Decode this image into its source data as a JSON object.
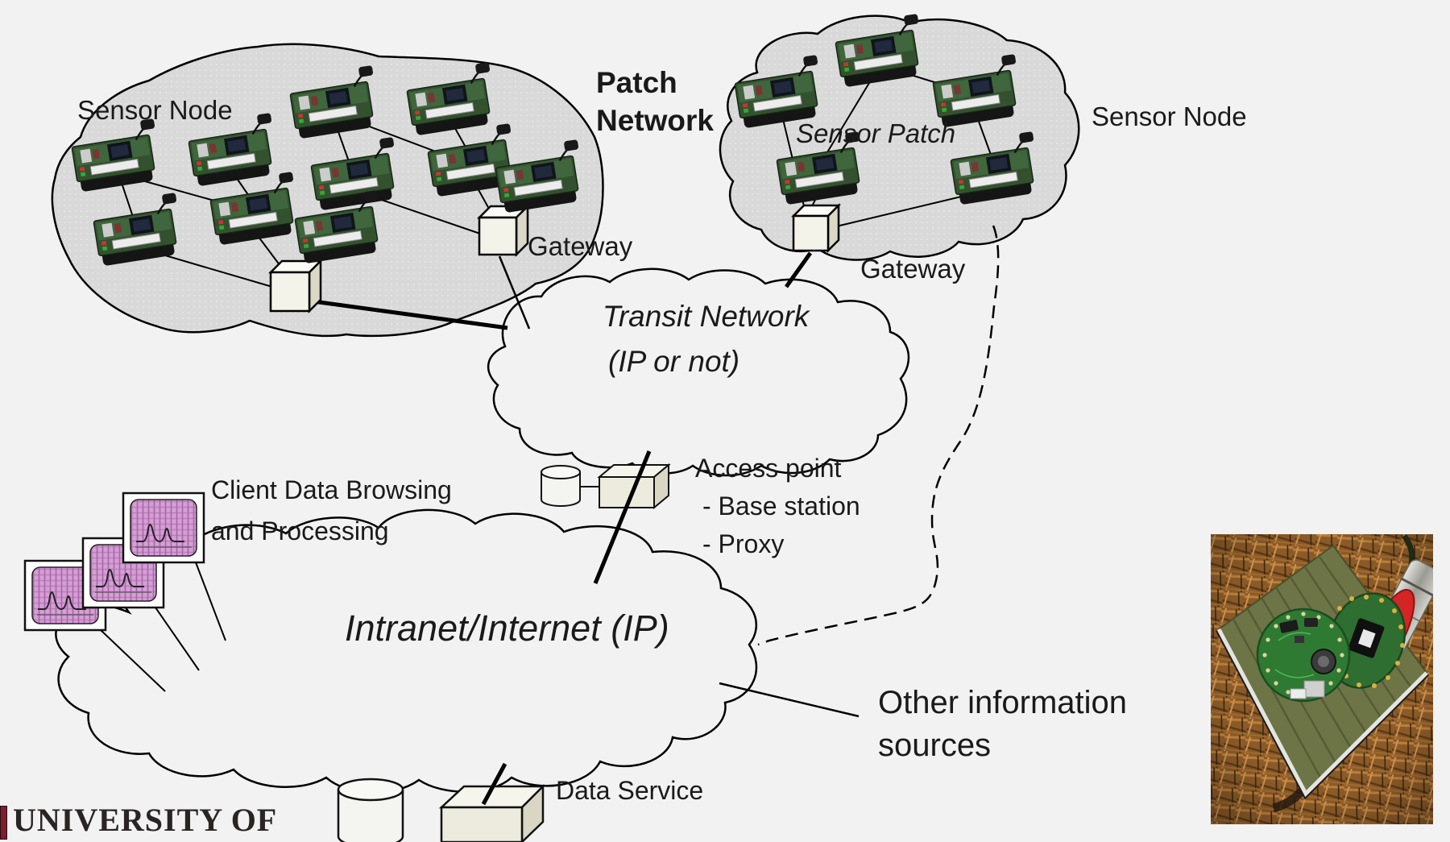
{
  "slide": {
    "labels": {
      "sensor_node_left": "Sensor Node",
      "patch_network_line1": "Patch",
      "patch_network_line2": "Network",
      "sensor_patch": "Sensor Patch",
      "sensor_node_right": "Sensor Node",
      "gateway_left": "Gateway",
      "gateway_right": "Gateway",
      "transit_line1": "Transit Network",
      "transit_line2": "(IP or not)",
      "access_point": "Access point",
      "access_base_station": "- Base station",
      "access_proxy": "- Proxy",
      "client_line1": "Client Data Browsing",
      "client_line2": "and Processing",
      "intranet": "Intranet/Internet (IP)",
      "other_line1": "Other information",
      "other_line2": "sources",
      "data_service": "Data Service",
      "university": "UNIVERSITY OF"
    },
    "counts": {
      "left_patch_sensor_nodes": 10,
      "right_patch_sensor_nodes": 5,
      "client_monitors": 3,
      "gateway_cubes": 3
    },
    "icons": {
      "sensor-node-icon": "wireless sensor mote circuit board with antenna",
      "gateway-cube-icon": "3D white cube",
      "client-monitor-icon": "monitor with purple waveform screen",
      "database-cylinder-icon": "white cylinder",
      "access-point-device-icon": "3D beige box",
      "data-service-device-icon": "3D beige box",
      "sensor-photo": "photo of round sensor motes on green slatted board over wood chips"
    },
    "colors": {
      "background": "#f2f2f2",
      "patch_fill": "#d9d9d9",
      "outline": "#000000",
      "cloud_fill": "#f2f2f2",
      "monitor_screen": "#d09ad0",
      "cube_face": "#f4f3ea",
      "device_box": "#edebdd",
      "university_red": "#7a1f2d",
      "text": "#1a1a1a"
    }
  }
}
